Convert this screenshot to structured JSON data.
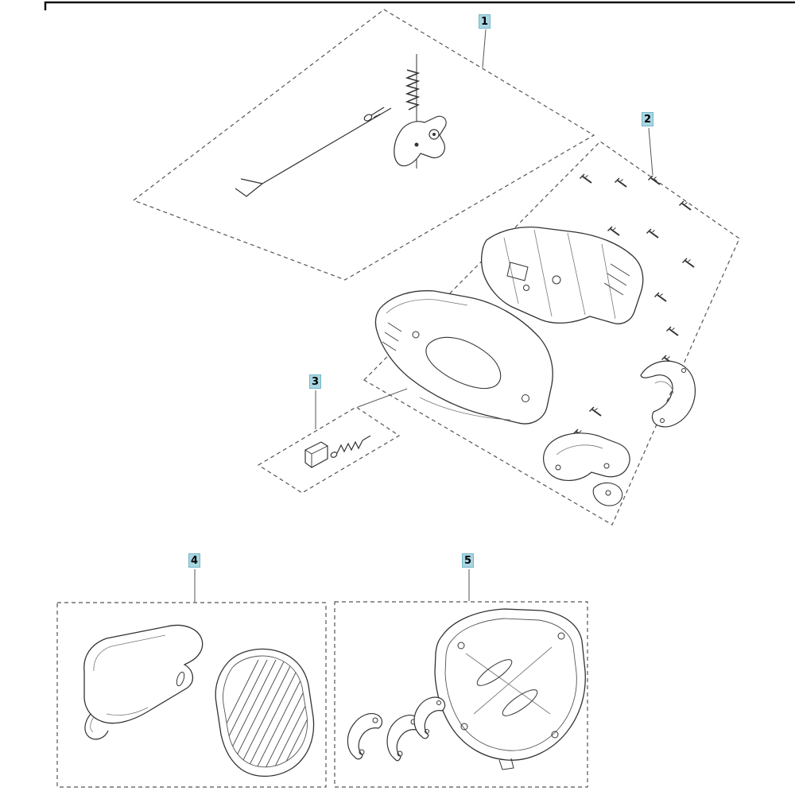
{
  "diagram": {
    "kind": "exploded-parts-diagram",
    "group_count": 5
  },
  "callouts": [
    {
      "id": "1",
      "label": "1"
    },
    {
      "id": "2",
      "label": "2"
    },
    {
      "id": "3",
      "label": "3"
    },
    {
      "id": "4",
      "label": "4"
    },
    {
      "id": "5",
      "label": "5"
    }
  ],
  "colors": {
    "background": "#ffffff",
    "callout-bg": "#a9d6e2",
    "callout-border": "#74b6c6",
    "line": "#333333",
    "detail-line": "#777777",
    "dash": "#555555",
    "frame": "#111111"
  }
}
